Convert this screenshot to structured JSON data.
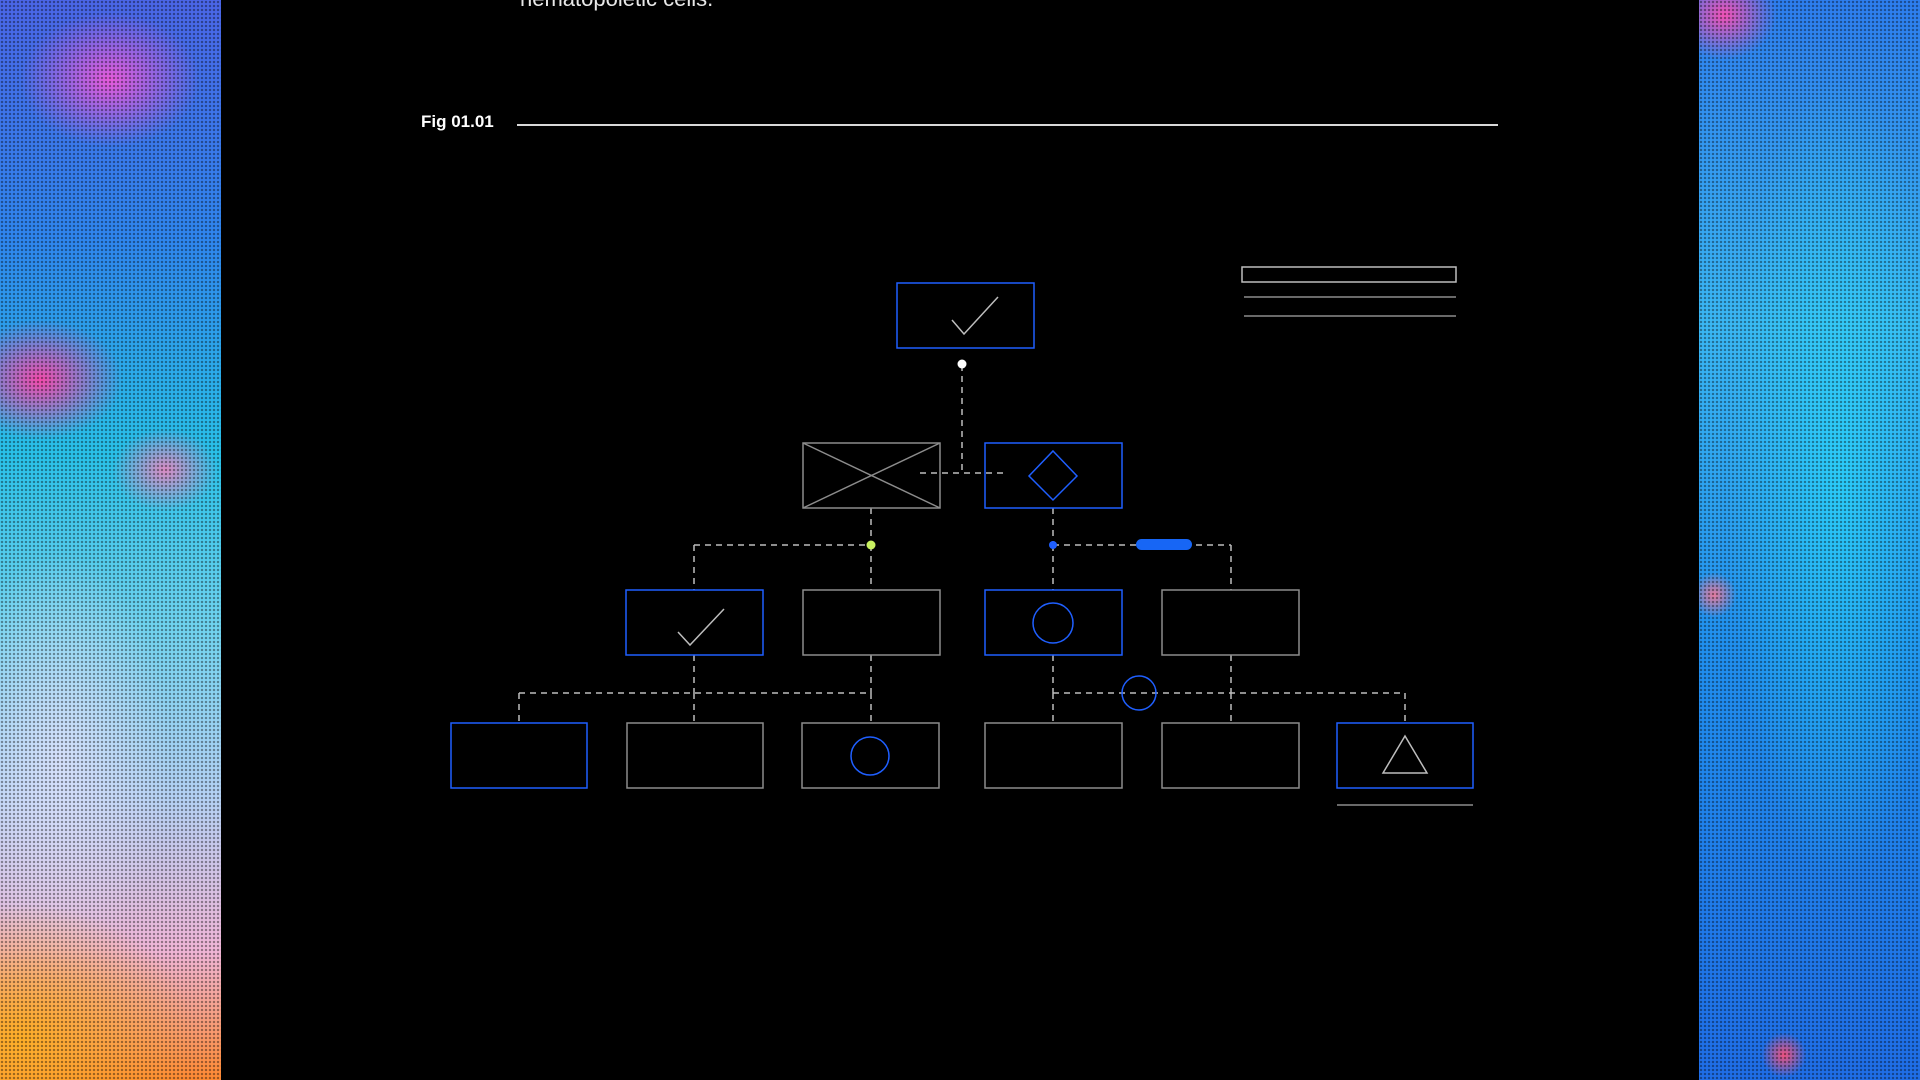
{
  "intro": {
    "text": "hematopoietic cells."
  },
  "figure": {
    "label": "Fig 01.01"
  },
  "colors": {
    "background": "#000000",
    "accent_blue": "#1f5fff",
    "node_gray": "#8c8c8c",
    "line_gray": "#bdbdbd",
    "highlight_green": "#c8f060",
    "pill_blue": "#1766f5"
  },
  "diagram": {
    "nodes": [
      {
        "id": "root",
        "icon": "check-icon",
        "accent": true
      },
      {
        "id": "l1-left",
        "icon": "placeholder-x-icon",
        "accent": false
      },
      {
        "id": "l1-right",
        "icon": "diamond-icon",
        "accent": true
      },
      {
        "id": "l2-1",
        "icon": "check-icon",
        "accent": true
      },
      {
        "id": "l2-2",
        "icon": "",
        "accent": false
      },
      {
        "id": "l2-3",
        "icon": "circle-icon",
        "accent": true
      },
      {
        "id": "l2-4",
        "icon": "",
        "accent": false
      },
      {
        "id": "l3-1",
        "icon": "",
        "accent": true
      },
      {
        "id": "l3-2",
        "icon": "",
        "accent": false
      },
      {
        "id": "l3-3",
        "icon": "circle-icon",
        "accent": false
      },
      {
        "id": "l3-4",
        "icon": "",
        "accent": false
      },
      {
        "id": "l3-5",
        "icon": "",
        "accent": false
      },
      {
        "id": "l3-6",
        "icon": "triangle-icon",
        "accent": true
      }
    ],
    "legend": {
      "box": "empty",
      "lines": 2
    }
  }
}
